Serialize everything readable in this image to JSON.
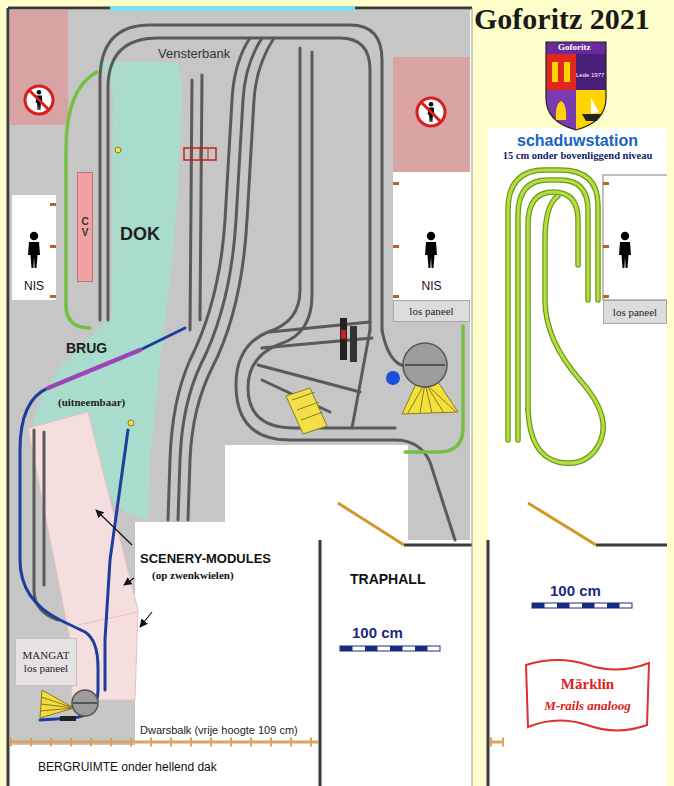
{
  "diagram": {
    "title": "Goforitz 2021",
    "nodes": [
      {
        "text": [
          "Goforitz",
          "Lede 1977"
        ]
      },
      {
        "text": [
          "C V"
        ]
      },
      {
        "text": [
          "NIS"
        ]
      },
      {
        "text": [
          "NIS"
        ]
      },
      {
        "text": [
          "los paneel"
        ]
      },
      {
        "text": [
          "MANGAT",
          "los paneel"
        ]
      },
      {
        "text": [
          "schaduwstation",
          "15 cm onder bovenliggend niveau"
        ]
      },
      {
        "text": [
          "los paneel"
        ],
        "in": 6
      },
      {
        "text": [
          "Märklin",
          "M-rails analoog"
        ],
        "in": 6
      }
    ],
    "labels": [
      "Vensterbank",
      "DOK",
      "BRUG",
      "(uitneembaar)",
      "SCENERY-MODULES",
      "(op zwenkwielen)",
      "TRAPHALL",
      "100 cm",
      "100 cm",
      "Dwarsbalk (vrije hoogte 109 cm)",
      "BERGRUIMTE onder hellend dak"
    ]
  }
}
